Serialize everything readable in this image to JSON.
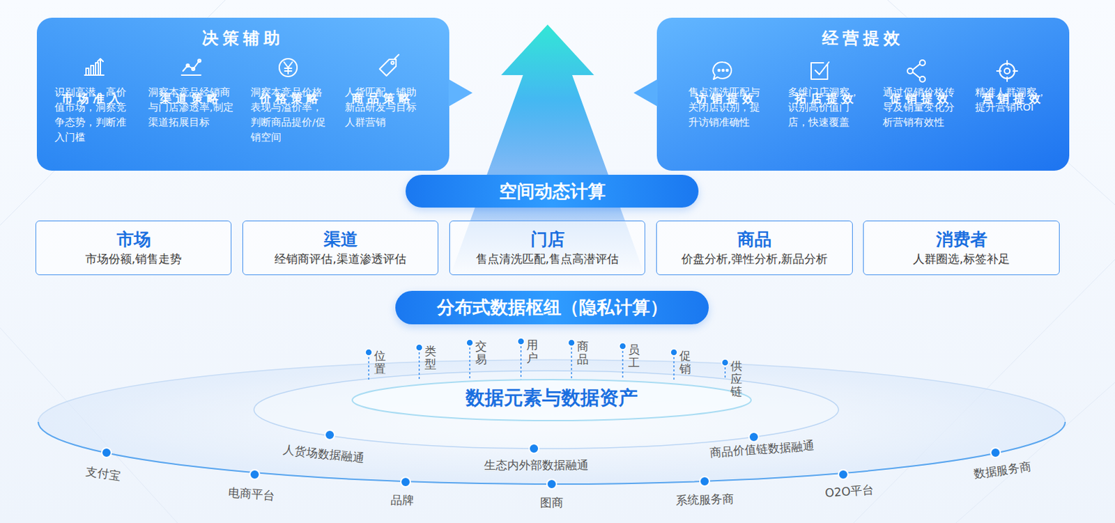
{
  "diagram": {
    "nodes": [
      {
        "text": [
          "决策辅助"
        ]
      },
      {
        "text": [
          "市场准入",
          "识别高潜、高价值市场，洞察竞争态势，判断准入门槛"
        ],
        "in": 0
      },
      {
        "text": [
          "渠道策略",
          "洞察本竞品经销商与门店渗透率,制定渠道拓展目标"
        ],
        "in": 0
      },
      {
        "text": [
          "价格策略",
          "洞察本竞品价格表现与溢价率，判断商品提价/促销空间"
        ],
        "in": 0
      },
      {
        "text": [
          "商品策略",
          "人货匹配，辅助新品研发与目标人群营销"
        ],
        "in": 0
      },
      {
        "text": [
          "经营提效"
        ]
      },
      {
        "text": [
          "访销提效",
          "售点清洗匹配与关闭店识别，提升访销准确性"
        ],
        "in": 5
      },
      {
        "text": [
          "拓店提效",
          "多维门店洞察，识别高价值门店，快速覆盖"
        ],
        "in": 5
      },
      {
        "text": [
          "促销提效",
          "通过促销价格传导及销量变化分析营销有效性"
        ],
        "in": 5
      },
      {
        "text": [
          "营销提效",
          "精准人群洞察，提升营销ROI"
        ],
        "in": 5
      },
      {
        "text": [
          "空间动态计算"
        ]
      },
      {
        "text": [
          "市场",
          "市场份额,销售走势"
        ]
      },
      {
        "text": [
          "渠道",
          "经销商评估,渠道渗透评估"
        ]
      },
      {
        "text": [
          "门店",
          "售点清洗匹配,售点高潜评估"
        ]
      },
      {
        "text": [
          "商品",
          "价盘分析,弹性分析,新品分析"
        ]
      },
      {
        "text": [
          "消费者",
          "人群圈选,标签补足"
        ]
      },
      {
        "text": [
          "分布式数据枢纽（隐私计算）"
        ]
      },
      {
        "text": [
          "数据元素与数据资产"
        ]
      }
    ],
    "labels": [
      "位置",
      "类型",
      "交易",
      "用户",
      "商品",
      "员工",
      "促销",
      "供应链",
      "人货场数据融通",
      "生态内外部数据融通",
      "商品价值链数据融通",
      "支付宝",
      "电商平台",
      "品牌",
      "图商",
      "系统服务商",
      "O2O平台",
      "数据服务商"
    ]
  }
}
